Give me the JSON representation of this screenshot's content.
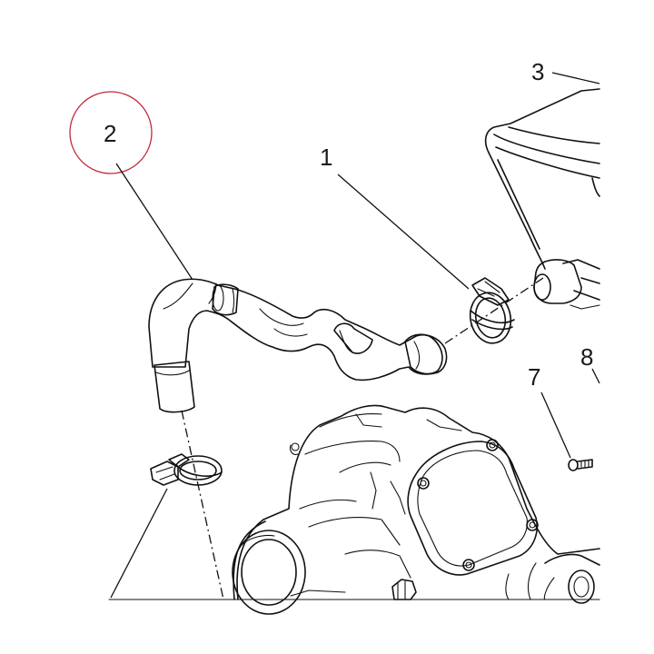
{
  "callouts": [
    {
      "id": "1",
      "label": "1"
    },
    {
      "id": "2",
      "label": "2",
      "highlighted": true
    },
    {
      "id": "3",
      "label": "3"
    },
    {
      "id": "7",
      "label": "7"
    },
    {
      "id": "8",
      "label": "8"
    }
  ],
  "colors": {
    "line": "#111111",
    "highlight_circle": "#c0283a",
    "background": "#ffffff",
    "hose_fill": "#ffffff"
  },
  "parts": [
    {
      "name": "hose-clamp-upper",
      "callout": "1"
    },
    {
      "name": "hose",
      "callout": "2"
    },
    {
      "name": "engine-cover-bracket",
      "callout": "3"
    },
    {
      "name": "screw",
      "callout": "7"
    },
    {
      "name": "part-8",
      "callout": "8"
    },
    {
      "name": "hose-clamp-lower"
    },
    {
      "name": "turbocharger-housing"
    }
  ]
}
